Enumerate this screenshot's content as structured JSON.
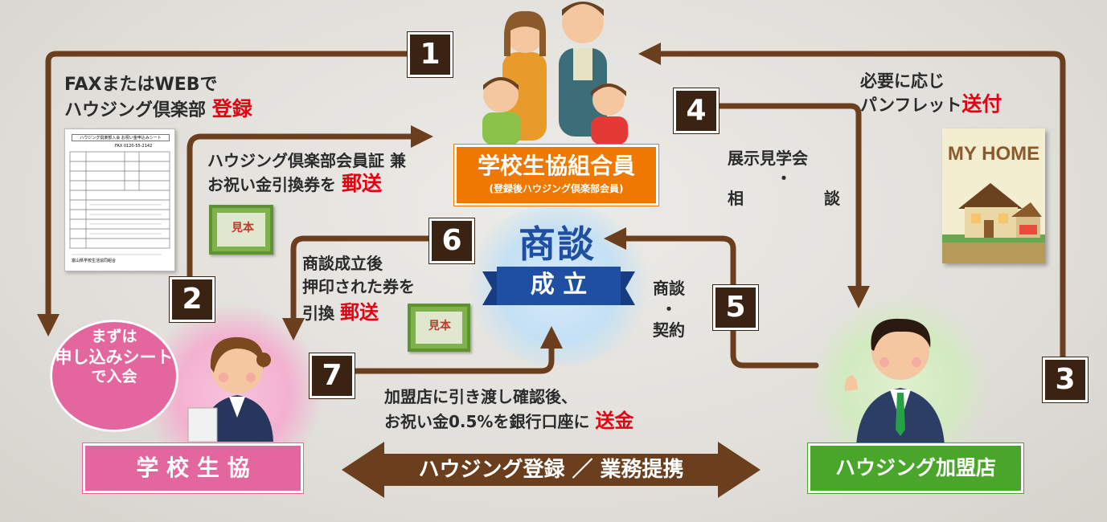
{
  "steps": {
    "s1": "1",
    "s2": "2",
    "s3": "3",
    "s4": "4",
    "s5": "5",
    "s6": "6",
    "s7": "7"
  },
  "left_top": {
    "line1": "FAXまたはWEBで",
    "line2": "ハウジング倶楽部",
    "emph": "登録"
  },
  "step2_text": {
    "line1": "ハウジング倶楽部会員証 兼",
    "line2": "お祝い金引換券を",
    "emph": "郵送"
  },
  "member_box": {
    "title": "学校生協組合員",
    "sub": "(登録後ハウジング倶楽部会員)"
  },
  "right_top": {
    "line1": "必要に応じ",
    "line2": "パンフレット",
    "emph": "送付"
  },
  "brochure": {
    "title": "MY HOME"
  },
  "step4_text": {
    "line1": "展示見学会",
    "dot": "・",
    "line2a": "相",
    "line2b": "談"
  },
  "center": {
    "title": "商談",
    "ribbon": "成 立"
  },
  "step5_text": {
    "line1": "商談",
    "dot": "・",
    "line2": "契約"
  },
  "step6_text": {
    "line1": "商談成立後",
    "line2": "押印された券を",
    "line3": "引換",
    "emph": "郵送"
  },
  "bottom_text": {
    "line1": "加盟店に引き渡し確認後、",
    "line2": "お祝い金0.5%を銀行口座に",
    "emph": "送金"
  },
  "badge": {
    "line1": "まずは",
    "line2": "申し込みシート",
    "line3": "で入会"
  },
  "coop_box": {
    "title": "学 校 生 協"
  },
  "partner_box": {
    "title": "ハウジング加盟店"
  },
  "bottom_arrow": {
    "label": "ハウジング登録 ／ 業務提携"
  },
  "form_doc": {
    "header": "ハウジング倶楽部入会 お祝い金申込みシート",
    "fax": "FAX 0120-55-2142",
    "footer": "富山県学校生活協同組合"
  },
  "certificate": {
    "stamp": "見本"
  },
  "colors": {
    "arrow": "#6b3f1d",
    "red": "#e60012",
    "orange": "#ee7800",
    "pink": "#e3669e",
    "green": "#4aa62a",
    "step_box": "#3b2314"
  }
}
